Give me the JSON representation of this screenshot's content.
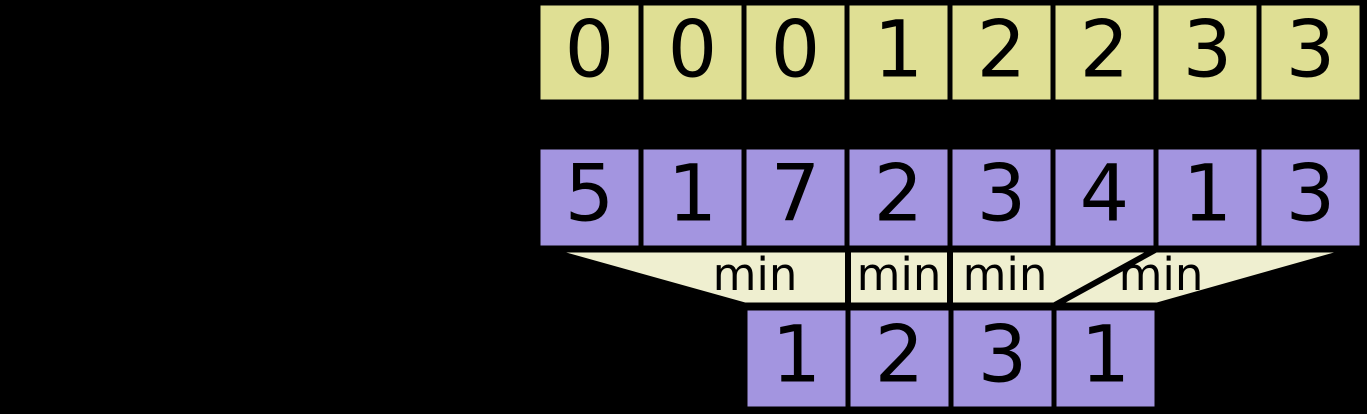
{
  "diagram": {
    "title": "min-reduction-segment-diagram",
    "colors": {
      "background": "#000000",
      "index_row_fill": "#dfdf94",
      "value_row_fill": "#a395e0",
      "result_row_fill": "#a395e0",
      "funnel_fill": "#efefd0",
      "stroke": "#000000",
      "text": "#000000"
    },
    "rows": [
      {
        "name": "index-row",
        "cells": [
          "0",
          "0",
          "0",
          "1",
          "2",
          "2",
          "3",
          "3"
        ]
      },
      {
        "name": "value-row",
        "cells": [
          "5",
          "1",
          "7",
          "2",
          "3",
          "4",
          "1",
          "3"
        ]
      },
      {
        "name": "result-row",
        "cells": [
          "1",
          "2",
          "3",
          "1"
        ]
      }
    ],
    "funnel": {
      "name": "min-reduction-funnel",
      "labels": [
        "min",
        "min",
        "min",
        "min"
      ]
    }
  }
}
